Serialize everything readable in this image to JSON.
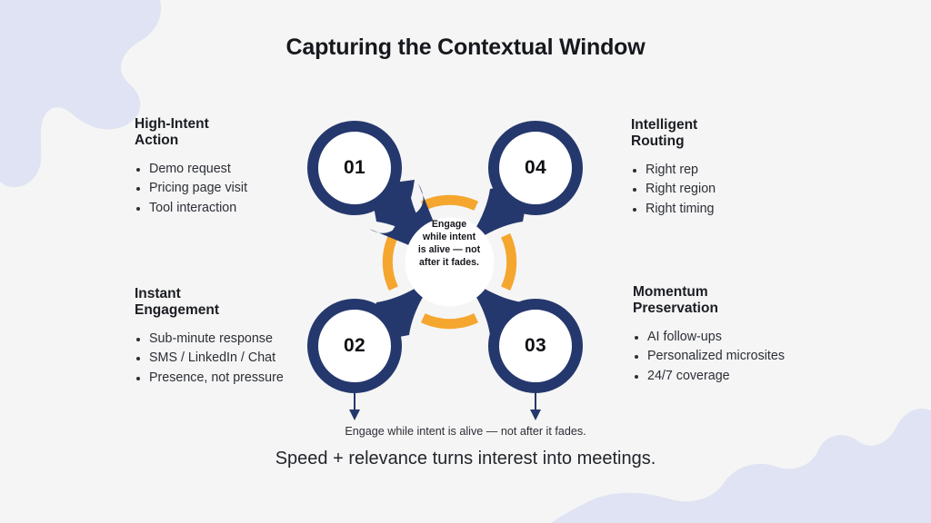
{
  "colors": {
    "background": "#f5f5f5",
    "navy": "#25386d",
    "orange": "#f5a62e",
    "blob": "#dfe3f3",
    "text_dark": "#1b1d23",
    "text_body": "#2c2f36"
  },
  "header": {
    "title": "Capturing the Contextual Window"
  },
  "blocks": [
    {
      "id": "high-intent-action",
      "heading": "High-Intent\nAction",
      "bullets": [
        "Demo request",
        "Pricing page visit",
        "Tool interaction"
      ]
    },
    {
      "id": "intelligent-routing",
      "heading": "Intelligent\nRouting",
      "bullets": [
        "Right rep",
        "Right region",
        "Right timing"
      ]
    },
    {
      "id": "instant-engagement",
      "heading": "Instant\nEngagement",
      "bullets": [
        "Sub-minute response",
        "SMS / LinkedIn / Chat",
        "Presence, not pressure"
      ]
    },
    {
      "id": "momentum-preservation",
      "heading": "Momentum\nPreservation",
      "bullets": [
        "AI follow-ups",
        "Personalized microsites",
        "24/7 coverage"
      ]
    }
  ],
  "diagram": {
    "nodes": [
      {
        "id": "node-01",
        "number": "01",
        "position": "top-left"
      },
      {
        "id": "node-04",
        "number": "04",
        "position": "top-right"
      },
      {
        "id": "node-02",
        "number": "02",
        "position": "bottom-left"
      },
      {
        "id": "node-03",
        "number": "03",
        "position": "bottom-right"
      }
    ],
    "hub_text": "Engage\nwhile intent\nis alive — not\nafter it fades.",
    "arc_count": 4,
    "arrow_count": 4,
    "down_arrow_count": 2
  },
  "footer": {
    "caption_small": "Engage while intent is alive — not after it fades.",
    "caption_large": "Speed + relevance turns interest into meetings."
  }
}
